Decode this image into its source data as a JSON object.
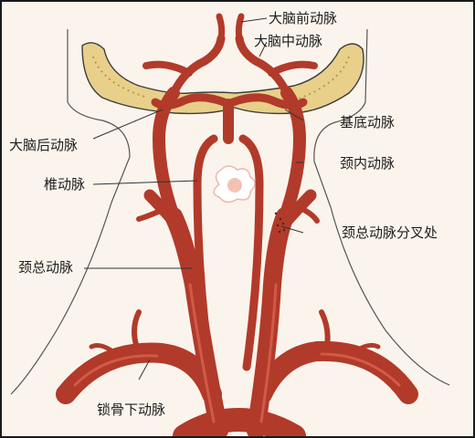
{
  "labels": {
    "anterior_cerebral": "大脑前动脉",
    "middle_cerebral": "大脑中动脉",
    "basilar": "基底动脉",
    "posterior_cerebral": "大脑后动脉",
    "internal_carotid": "颈内动脉",
    "vertebral": "椎动脉",
    "carotid_bifurcation": "颈总动脉分叉处",
    "common_carotid": "颈总动脉",
    "subclavian": "锁骨下动脉"
  },
  "colors": {
    "artery": "#b23a2a",
    "artery_highlight": "#d9634f",
    "bone": "#e8d08a",
    "background": "#fbf4ec",
    "outline": "#4a4a4a"
  }
}
